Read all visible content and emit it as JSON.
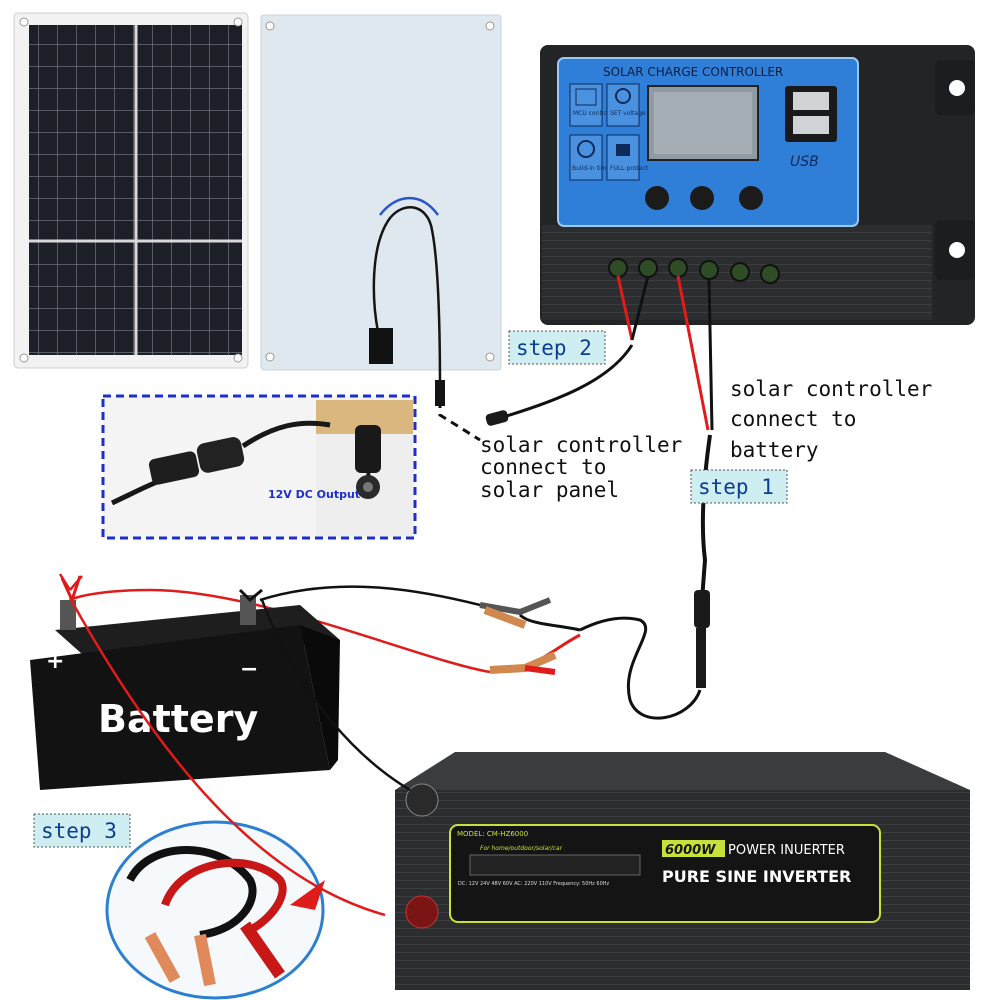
{
  "controller": {
    "title": "SOLAR CHARGE CONTROLLER",
    "features": [
      "MCU control",
      "SET voltage",
      "Build-in timer",
      "FULL protect"
    ],
    "usb_label": "USB"
  },
  "panel_inset": {
    "caption": "12V DC Output"
  },
  "steps": {
    "step1": "step 1",
    "step2": "step 2",
    "step3": "step 3"
  },
  "notes": {
    "battery_lines": [
      "solar controller",
      "connect to",
      "battery"
    ],
    "panel_lines": [
      "solar controller",
      "connect to",
      "solar panel"
    ]
  },
  "battery": {
    "label": "Battery",
    "plus": "+",
    "minus": "−"
  },
  "inverter": {
    "model": "MODEL: CM-HZ6000",
    "watt": "6000W",
    "title": "POWER INUERTER",
    "subtitle": "PURE SINE INVERTER",
    "use": "For home/outdoor/solar/car",
    "specs": "DC: 12V 24V 48V 60V AC: 220V 110V Frequency: 50Hz 60Hz"
  },
  "colors": {
    "controller_blue": "#2f7fd8",
    "wire_red": "#e01b1b",
    "inverter_green": "#c6e23a",
    "step_bg": "#cfeef2"
  }
}
